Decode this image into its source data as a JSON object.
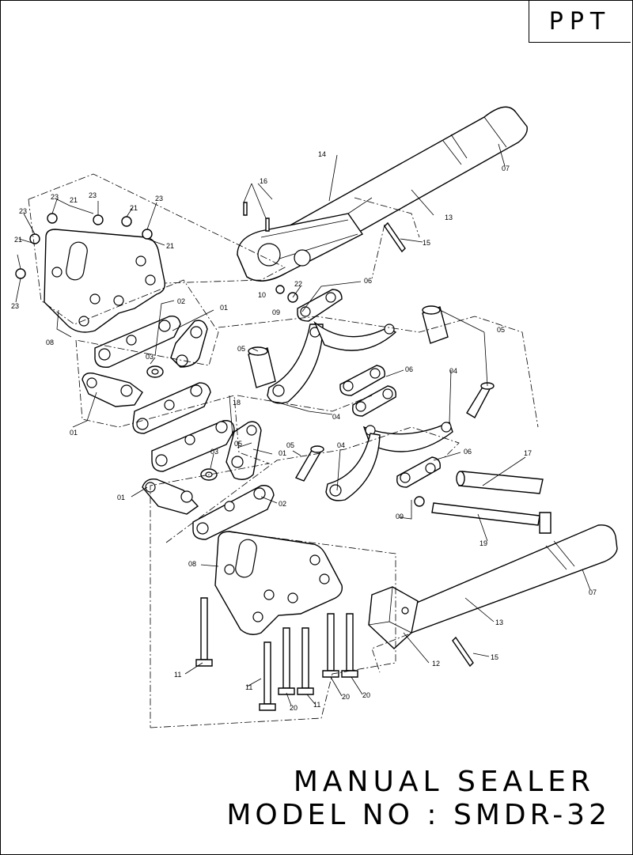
{
  "brand": "PPT",
  "title": {
    "line1": "MANUAL SEALER",
    "line2": "MODEL NO : SMDR-32"
  },
  "callouts": [
    {
      "id": "c07a",
      "text": "07"
    },
    {
      "id": "c14",
      "text": "14"
    },
    {
      "id": "c13a",
      "text": "13"
    },
    {
      "id": "c16",
      "text": "16"
    },
    {
      "id": "c15a",
      "text": "15"
    },
    {
      "id": "c23a",
      "text": "23"
    },
    {
      "id": "c21a",
      "text": "21"
    },
    {
      "id": "c23b",
      "text": "23"
    },
    {
      "id": "c21b",
      "text": "21"
    },
    {
      "id": "c23c",
      "text": "23"
    },
    {
      "id": "c23d",
      "text": "23"
    },
    {
      "id": "c21c",
      "text": "21"
    },
    {
      "id": "c21d",
      "text": "21"
    },
    {
      "id": "c23e",
      "text": "23"
    },
    {
      "id": "c10",
      "text": "10"
    },
    {
      "id": "c22",
      "text": "22"
    },
    {
      "id": "c09a",
      "text": "09"
    },
    {
      "id": "c06a",
      "text": "06"
    },
    {
      "id": "c08a",
      "text": "08"
    },
    {
      "id": "c02a",
      "text": "02"
    },
    {
      "id": "c01a",
      "text": "01"
    },
    {
      "id": "c05a",
      "text": "05"
    },
    {
      "id": "c03a",
      "text": "03"
    },
    {
      "id": "c05b",
      "text": "05"
    },
    {
      "id": "c04a",
      "text": "04"
    },
    {
      "id": "c06b",
      "text": "06"
    },
    {
      "id": "c04b",
      "text": "04"
    },
    {
      "id": "c01b",
      "text": "01"
    },
    {
      "id": "c18",
      "text": "18"
    },
    {
      "id": "c05c",
      "text": "05"
    },
    {
      "id": "c03b",
      "text": "03"
    },
    {
      "id": "c01c",
      "text": "01"
    },
    {
      "id": "c05d",
      "text": "05"
    },
    {
      "id": "c04c",
      "text": "04"
    },
    {
      "id": "c06c",
      "text": "06"
    },
    {
      "id": "c17",
      "text": "17"
    },
    {
      "id": "c01d",
      "text": "01"
    },
    {
      "id": "c02b",
      "text": "02"
    },
    {
      "id": "c09b",
      "text": "09"
    },
    {
      "id": "c19",
      "text": "19"
    },
    {
      "id": "c08b",
      "text": "08"
    },
    {
      "id": "c07b",
      "text": "07"
    },
    {
      "id": "c13b",
      "text": "13"
    },
    {
      "id": "c12",
      "text": "12"
    },
    {
      "id": "c15b",
      "text": "15"
    },
    {
      "id": "c11a",
      "text": "11"
    },
    {
      "id": "c11b",
      "text": "11"
    },
    {
      "id": "c20a",
      "text": "20"
    },
    {
      "id": "c11c",
      "text": "11"
    },
    {
      "id": "c20b",
      "text": "20"
    },
    {
      "id": "c20c",
      "text": "20"
    }
  ]
}
